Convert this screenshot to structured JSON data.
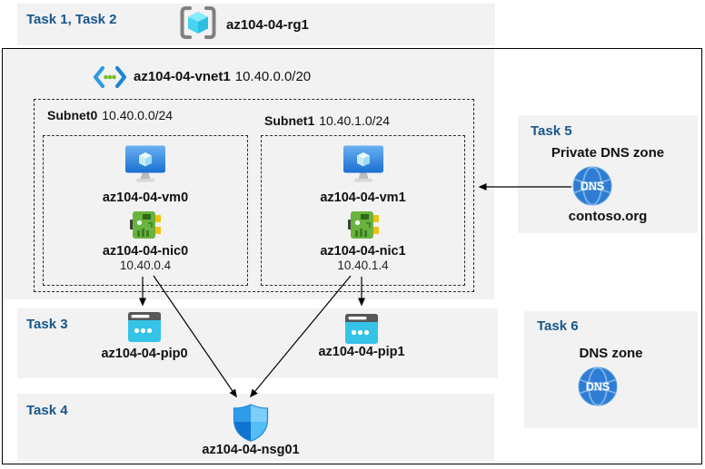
{
  "colors": {
    "task_label_blue": "#17568c",
    "panel_gray": "#f2f2f2",
    "boundary_black": "#000000",
    "azure_blue": "#2e7cd3"
  },
  "header": {
    "tasks_label": "Task 1, Task 2",
    "resource_group_name": "az104-04-rg1"
  },
  "vnet": {
    "name": "az104-04-vnet1",
    "cidr": "10.40.0.0/20"
  },
  "subnets": [
    {
      "name": "Subnet0",
      "cidr": "10.40.0.0/24",
      "vm_name": "az104-04-vm0",
      "nic_name": "az104-04-nic0",
      "nic_ip": "10.40.0.4"
    },
    {
      "name": "Subnet1",
      "cidr": "10.40.1.0/24",
      "vm_name": "az104-04-vm1",
      "nic_name": "az104-04-nic1",
      "nic_ip": "10.40.1.4"
    }
  ],
  "task3": {
    "label": "Task 3",
    "pip0_name": "az104-04-pip0",
    "pip1_name": "az104-04-pip1"
  },
  "task4": {
    "label": "Task 4",
    "nsg_name": "az104-04-nsg01"
  },
  "task5": {
    "label": "Task 5",
    "title": "Private DNS zone",
    "zone_name": "contoso.org"
  },
  "task6": {
    "label": "Task 6",
    "title": "DNS zone"
  },
  "icons": {
    "resource_group": "resource-group-icon",
    "virtual_network": "virtual-network-icon",
    "virtual_machine": "virtual-machine-icon",
    "network_interface": "network-interface-icon",
    "public_ip": "public-ip-icon",
    "network_security_group": "nsg-shield-icon",
    "dns": "dns-globe-icon"
  },
  "dns_icon_text": "DNS"
}
